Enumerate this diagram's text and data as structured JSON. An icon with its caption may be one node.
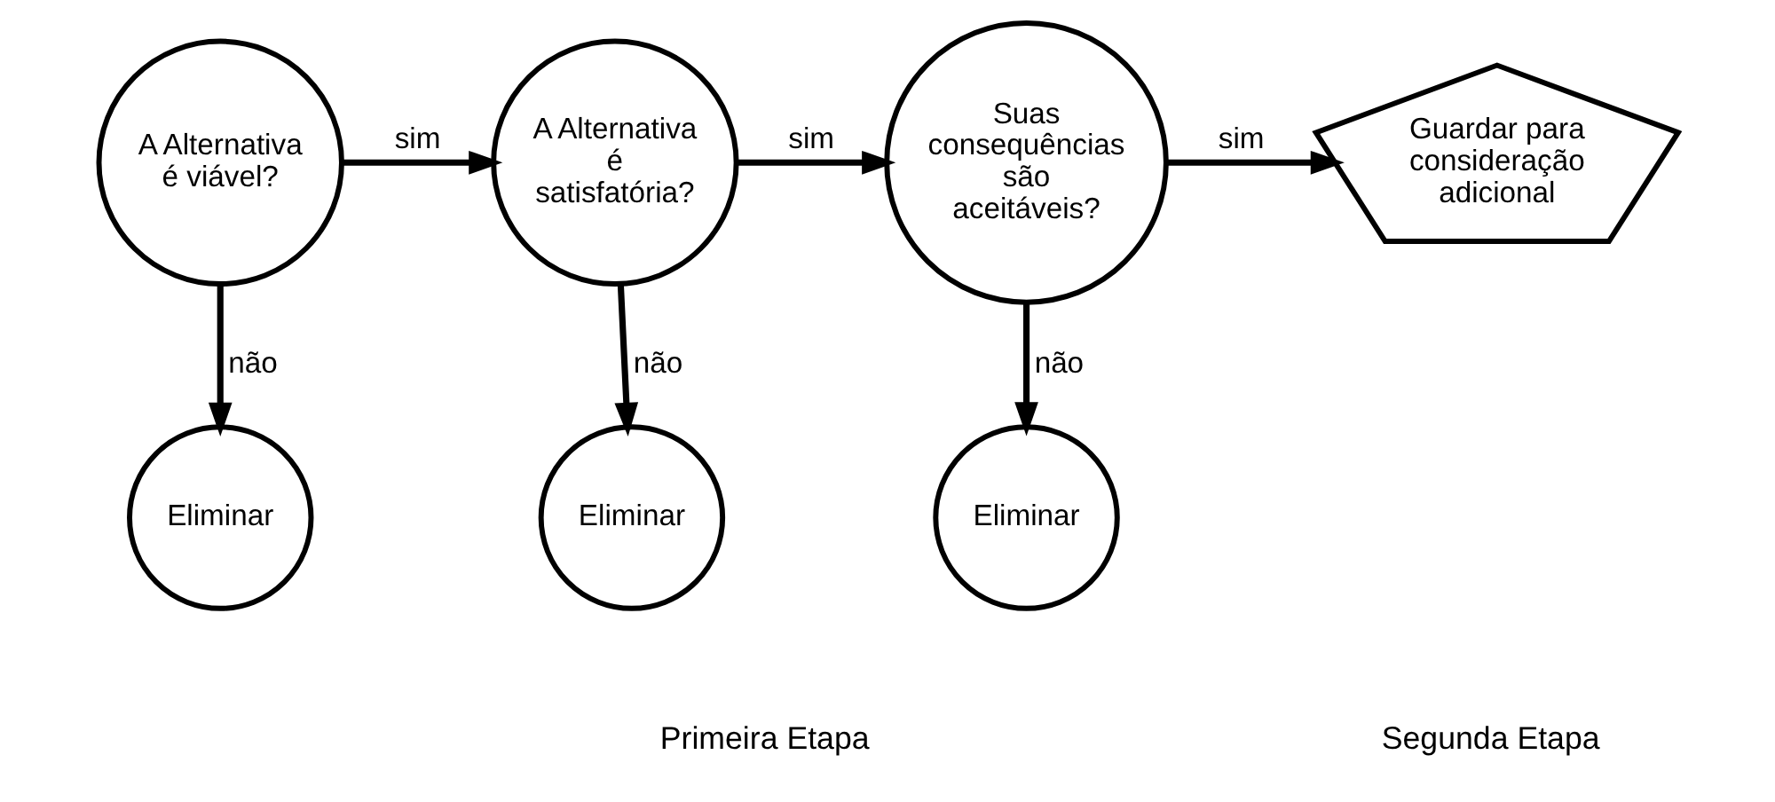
{
  "diagram": {
    "nodes": [
      {
        "text": [
          "A Alternativa é viável?"
        ]
      },
      {
        "text": [
          "A Alternativa é satisfatória?"
        ]
      },
      {
        "text": [
          "Suas consequências são aceitáveis?"
        ]
      },
      {
        "text": [
          "Guardar para consideração adicional"
        ]
      },
      {
        "text": [
          "Eliminar"
        ]
      },
      {
        "text": [
          "Eliminar"
        ]
      },
      {
        "text": [
          "Eliminar"
        ]
      }
    ],
    "edges": [
      {
        "from": 0,
        "to": 1,
        "arrow": "to",
        "label": "sim"
      },
      {
        "from": 1,
        "to": 2,
        "arrow": "to",
        "label": "sim"
      },
      {
        "from": 2,
        "to": 3,
        "arrow": "to",
        "label": "sim"
      },
      {
        "from": 0,
        "to": 4,
        "arrow": "to",
        "label": "não"
      },
      {
        "from": 1,
        "to": 5,
        "arrow": "to",
        "label": "não"
      },
      {
        "from": 2,
        "to": 6,
        "arrow": "to",
        "label": "não"
      }
    ],
    "labels": [
      "Primeira Etapa",
      "Segunda Etapa"
    ]
  }
}
